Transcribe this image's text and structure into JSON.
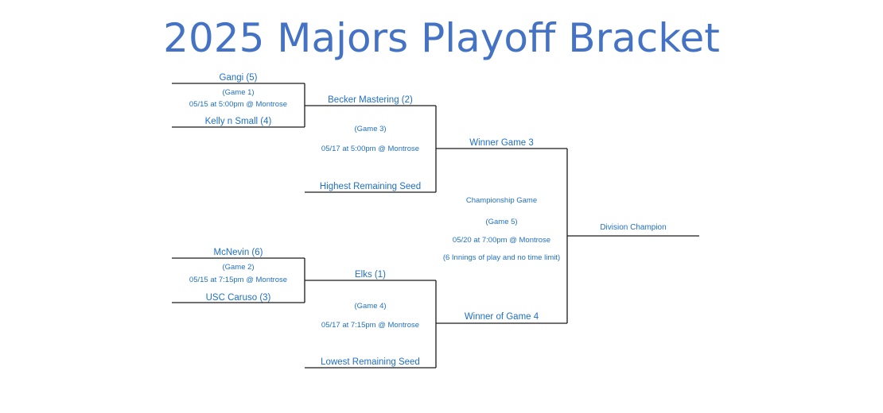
{
  "title": "2025 Majors Playoff Bracket",
  "round1": {
    "game1": {
      "top_team": "Gangi (5)",
      "bottom_team": "Kelly n Small (4)",
      "game": "(Game 1)",
      "when": "05/15 at 5:00pm @ Montrose"
    },
    "game2": {
      "top_team": "McNevin (6)",
      "bottom_team": "USC Caruso (3)",
      "game": "(Game 2)",
      "when": "05/15 at 7:15pm @ Montrose"
    }
  },
  "round2": {
    "game3": {
      "top_team": "Becker Mastering (2)",
      "bottom_team": "Highest Remaining Seed",
      "game": "(Game 3)",
      "when": "05/17 at 5:00pm @ Montrose"
    },
    "game4": {
      "top_team": "Elks (1)",
      "bottom_team": "Lowest Remaining Seed",
      "game": "(Game 4)",
      "when": "05/17 at 7:15pm @ Montrose"
    }
  },
  "final": {
    "top_team": "Winner Game 3",
    "bottom_team": "Winner of Game 4",
    "name": "Championship Game",
    "game": "(Game 5)",
    "when": "05/20 at 7:00pm @ Montrose",
    "note": "(6 Innings of play and no time limit)"
  },
  "champion": "Division Champion"
}
